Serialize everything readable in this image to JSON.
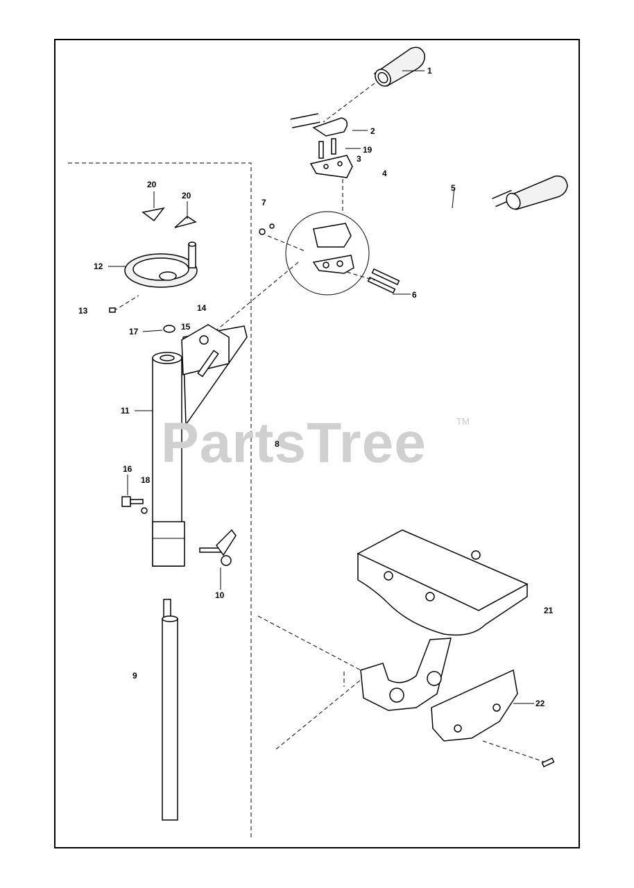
{
  "watermark": {
    "text": "PartsTree",
    "trademark": "TM"
  },
  "callouts": [
    {
      "id": "callout-1",
      "text": "1"
    },
    {
      "id": "callout-2",
      "text": "2"
    },
    {
      "id": "callout-19",
      "text": "19"
    },
    {
      "id": "callout-3",
      "text": "3"
    },
    {
      "id": "callout-4",
      "text": "4"
    },
    {
      "id": "callout-5",
      "text": "5"
    },
    {
      "id": "callout-7",
      "text": "7"
    },
    {
      "id": "callout-6",
      "text": "6"
    },
    {
      "id": "callout-20a",
      "text": "20"
    },
    {
      "id": "callout-20b",
      "text": "20"
    },
    {
      "id": "callout-12",
      "text": "12"
    },
    {
      "id": "callout-13",
      "text": "13"
    },
    {
      "id": "callout-14",
      "text": "14"
    },
    {
      "id": "callout-17",
      "text": "17"
    },
    {
      "id": "callout-15",
      "text": "15"
    },
    {
      "id": "callout-11",
      "text": "11"
    },
    {
      "id": "callout-8",
      "text": "8"
    },
    {
      "id": "callout-16",
      "text": "16"
    },
    {
      "id": "callout-18",
      "text": "18"
    },
    {
      "id": "callout-10",
      "text": "10"
    },
    {
      "id": "callout-9",
      "text": "9"
    },
    {
      "id": "callout-21",
      "text": "21"
    },
    {
      "id": "callout-22",
      "text": "22"
    }
  ]
}
